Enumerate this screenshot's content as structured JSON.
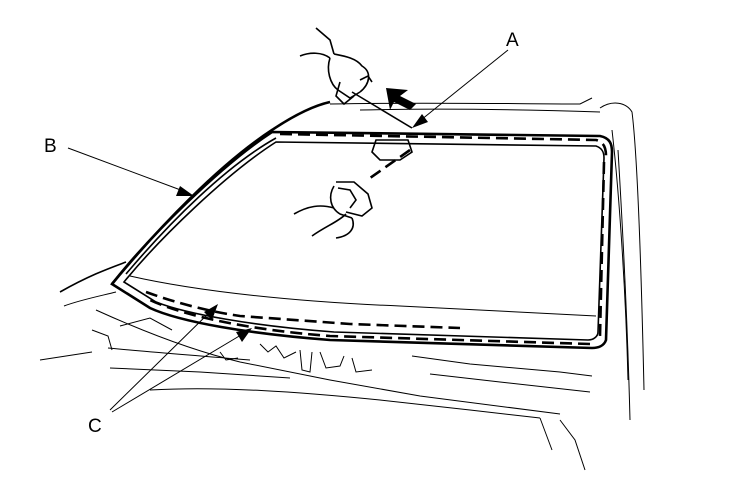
{
  "callouts": {
    "a": "A",
    "b": "B",
    "c": "C"
  },
  "icons": [
    "hand-with-cutter-icon",
    "hand-with-handle-icon",
    "arrow-direction-icon"
  ]
}
